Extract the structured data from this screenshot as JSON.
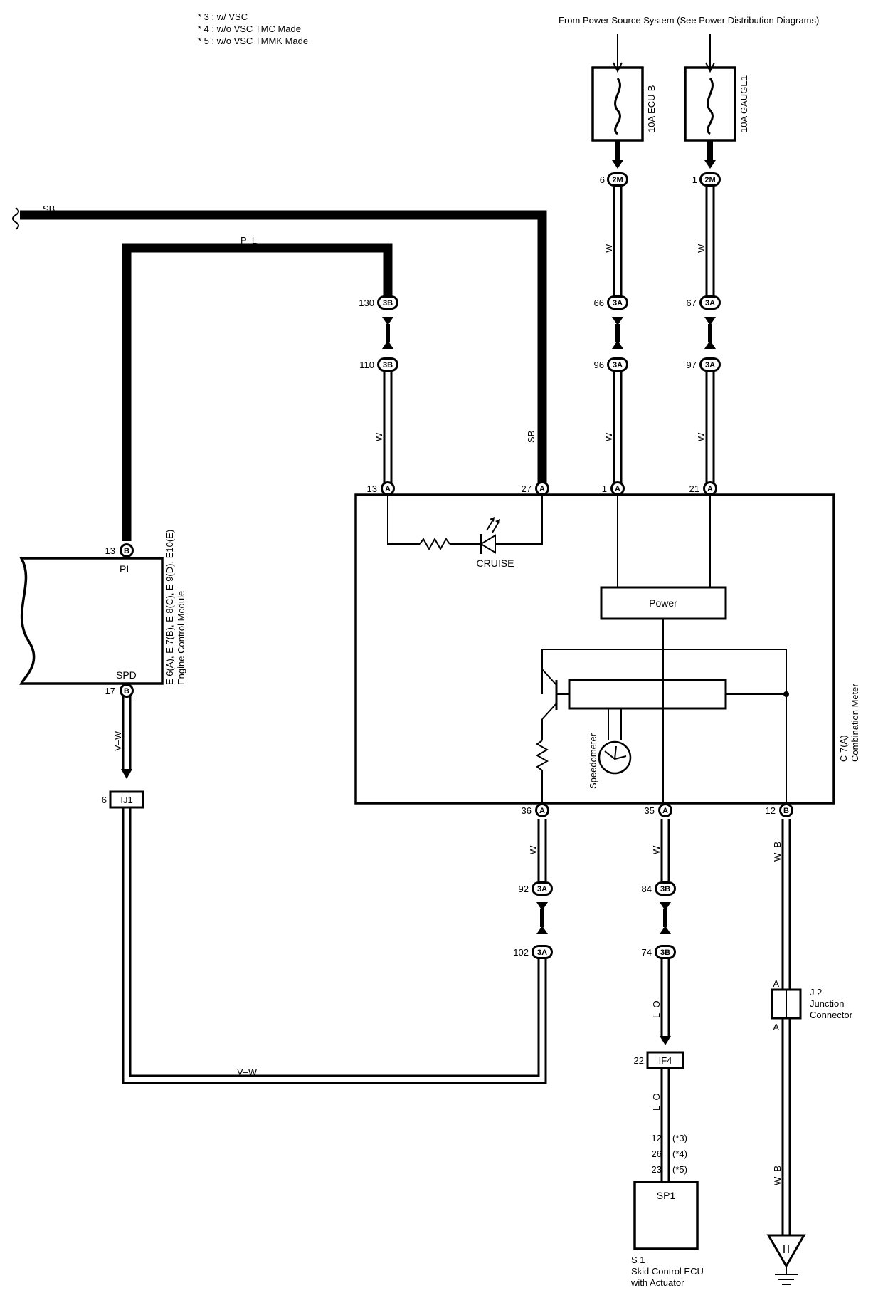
{
  "notes": [
    "* 3 : w/ VSC",
    "* 4 : w/o VSC TMC Made",
    "* 5 : w/o VSC TMMK Made"
  ],
  "power_source": "From Power Source System (See Power Distribution Diagrams)",
  "fuses": [
    "10A ECU-B",
    "10A GAUGE1"
  ],
  "wire_colors": {
    "sb": "SB",
    "pl": "P–L",
    "w": "W",
    "vw": "V–W",
    "wb": "W–B",
    "lo": "L–O"
  },
  "connector_codes": {
    "2m": "2M",
    "3a": "3A",
    "3b": "3B",
    "a": "A",
    "b": "B"
  },
  "pins": {
    "ecu_b": "6",
    "gauge1": "1",
    "c130": "130",
    "c110": "110",
    "c66": "66",
    "c96": "96",
    "c67": "67",
    "c97": "97",
    "m13": "13",
    "m27": "27",
    "m1": "1",
    "m21": "21",
    "m36": "36",
    "m35": "35",
    "m12": "12",
    "e13": "13",
    "e17": "17",
    "c92": "92",
    "c102": "102",
    "c84": "84",
    "c74": "74",
    "ij1": "6",
    "if4": "22"
  },
  "junctions": {
    "ij1": "IJ1",
    "if4": "IF4"
  },
  "ecm": {
    "pi": "PI",
    "spd": "SPD",
    "ref": "E 6(A), E 7(B), E 8(C),  E 9(D), E10(E)",
    "name": "Engine Control Module"
  },
  "meter": {
    "cruise": "CRUISE",
    "power": "Power",
    "speedometer": "Speedometer",
    "ref": "C 7(A)",
    "name": "Combination Meter"
  },
  "j2": {
    "ref": "J 2",
    "name_1": "Junction",
    "name_2": "Connector",
    "pin": "A"
  },
  "skid": {
    "sp1": "SP1",
    "ref": "S 1",
    "name_1": "Skid Control ECU",
    "name_2": "with Actuator",
    "pins": [
      "12",
      "26",
      "23"
    ],
    "variants": [
      "(*3)",
      "(*4)",
      "(*5)"
    ]
  }
}
